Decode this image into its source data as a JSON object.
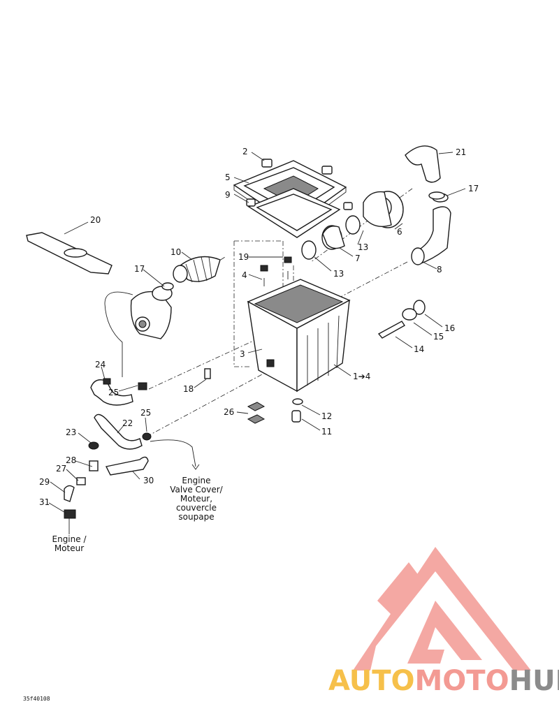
{
  "callouts": {
    "c1": "1➔4",
    "c2": "2",
    "c3": "3",
    "c4": "4",
    "c5": "5",
    "c6": "6",
    "c7": "7",
    "c8": "8",
    "c9": "9",
    "c10": "10",
    "c11": "11",
    "c12": "12",
    "c13a": "13",
    "c13b": "13",
    "c14": "14",
    "c15": "15",
    "c16": "16",
    "c17a": "17",
    "c17b": "17",
    "c18": "18",
    "c19": "19",
    "c20": "20",
    "c21": "21",
    "c22": "22",
    "c23": "23",
    "c24": "24",
    "c25a": "25",
    "c25b": "25",
    "c26": "26",
    "c27": "27",
    "c28": "28",
    "c29": "29",
    "c30": "30",
    "c31": "31"
  },
  "notes": {
    "valve_cover": [
      "Engine",
      "Valve Cover/",
      "Moteur,",
      "couvercle",
      "soupape"
    ],
    "engine": [
      "Engine /",
      "Moteur"
    ]
  },
  "doc_ref": "35f40108",
  "watermark": {
    "part1": "AUTO",
    "part2": "MOTO",
    "part3": "HUB",
    "colors": {
      "auto": "#f6c04a",
      "moto": "#f39a93",
      "hub": "#8b8b8b"
    }
  }
}
